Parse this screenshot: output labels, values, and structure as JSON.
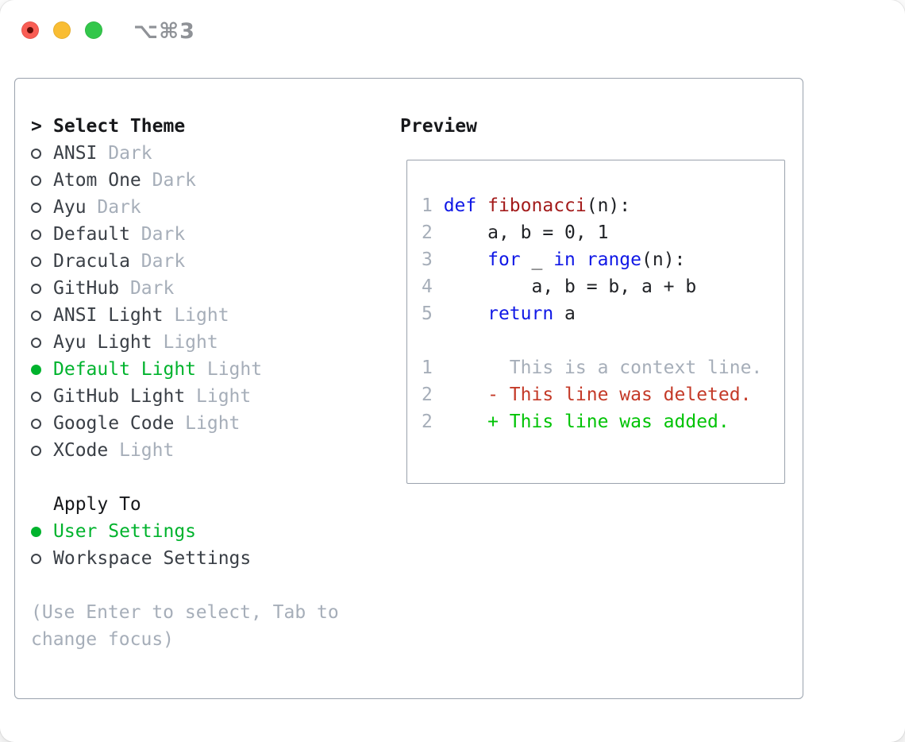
{
  "window": {
    "shortcut_label": "⌥⌘3"
  },
  "colors": {
    "ink": "#17181b",
    "item": "#3a3f46",
    "muted": "#a6aeb9",
    "code": "#202226",
    "green": "#00b32d",
    "add": "#00c305",
    "del": "#c43a28",
    "fn": "#a31b1b",
    "kw": "#1018e6",
    "border": "#9aa2ad",
    "shortcut": "#8f9297",
    "tl_red": "#f95d54",
    "tl_red_dot": "#640d07",
    "tl_yellow": "#f9bd33",
    "tl_green": "#33c74b"
  },
  "theme_selector": {
    "title_prefix": ">",
    "title": "Select Theme",
    "items": [
      {
        "label": "ANSI",
        "variant": "Dark",
        "selected": false
      },
      {
        "label": "Atom One",
        "variant": "Dark",
        "selected": false
      },
      {
        "label": "Ayu",
        "variant": "Dark",
        "selected": false
      },
      {
        "label": "Default",
        "variant": "Dark",
        "selected": false
      },
      {
        "label": "Dracula",
        "variant": "Dark",
        "selected": false
      },
      {
        "label": "GitHub",
        "variant": "Dark",
        "selected": false
      },
      {
        "label": "ANSI Light",
        "variant": "Light",
        "selected": false
      },
      {
        "label": "Ayu Light",
        "variant": "Light",
        "selected": false
      },
      {
        "label": "Default Light",
        "variant": "Light",
        "selected": true
      },
      {
        "label": "GitHub Light",
        "variant": "Light",
        "selected": false
      },
      {
        "label": "Google Code",
        "variant": "Light",
        "selected": false
      },
      {
        "label": "XCode",
        "variant": "Light",
        "selected": false
      }
    ],
    "apply_to": {
      "title": "Apply To",
      "options": [
        {
          "label": "User Settings",
          "selected": true
        },
        {
          "label": "Workspace Settings",
          "selected": false
        }
      ]
    },
    "hint": "(Use Enter to select, Tab to change focus)"
  },
  "preview": {
    "title": "Preview",
    "lines": [
      {
        "num": "1",
        "parts": [
          [
            "def",
            "kw"
          ],
          [
            " ",
            "code"
          ],
          [
            "fibonacci",
            "fn"
          ],
          [
            "(n):",
            "code"
          ]
        ]
      },
      {
        "num": "2",
        "parts": [
          [
            "    a, b = 0, 1",
            "code"
          ]
        ]
      },
      {
        "num": "3",
        "parts": [
          [
            "    ",
            "code"
          ],
          [
            "for",
            "kw"
          ],
          [
            " _ ",
            "code"
          ],
          [
            "in",
            "kw"
          ],
          [
            " ",
            "code"
          ],
          [
            "range",
            "kw"
          ],
          [
            "(n):",
            "code"
          ]
        ]
      },
      {
        "num": "4",
        "parts": [
          [
            "        a, b = b, a + b",
            "code"
          ]
        ]
      },
      {
        "num": "5",
        "parts": [
          [
            "    ",
            "code"
          ],
          [
            "return",
            "kw"
          ],
          [
            " a",
            "code"
          ]
        ]
      },
      {
        "num": "",
        "parts": []
      },
      {
        "num": "1",
        "parts": [
          [
            "      This is a context line.",
            "ctx"
          ]
        ]
      },
      {
        "num": "2",
        "parts": [
          [
            "    - This line was deleted.",
            "del"
          ]
        ]
      },
      {
        "num": "2",
        "parts": [
          [
            "    + This line was added.",
            "add"
          ]
        ]
      }
    ]
  }
}
